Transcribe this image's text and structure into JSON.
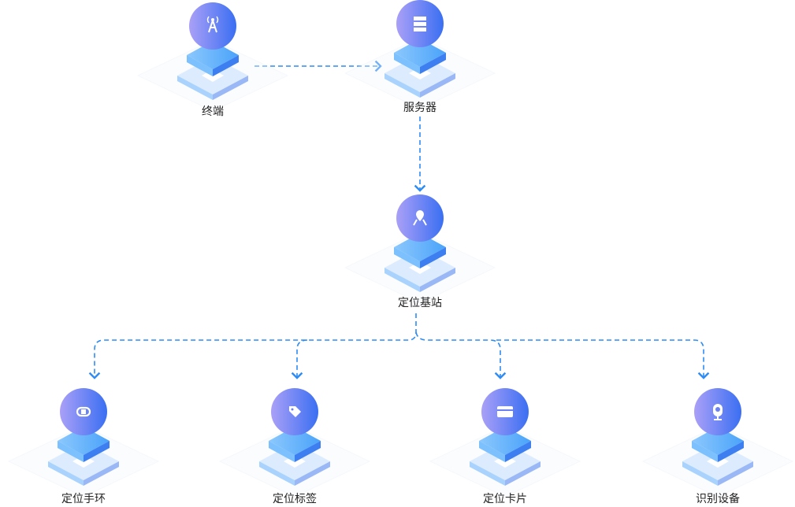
{
  "colors": {
    "line": "#2f8cf5",
    "circle_start": "#a69cf6",
    "circle_end": "#3a6ff2",
    "platform": "#6fb6fb"
  },
  "nodes": [
    {
      "id": "terminal",
      "label": "终端",
      "icon": "signal-tower-icon"
    },
    {
      "id": "server",
      "label": "服务器",
      "icon": "server-icon"
    },
    {
      "id": "base-station",
      "label": "定位基站",
      "icon": "location-pin-icon"
    },
    {
      "id": "bracelet",
      "label": "定位手环",
      "icon": "bracelet-icon"
    },
    {
      "id": "tag",
      "label": "定位标签",
      "icon": "tag-icon"
    },
    {
      "id": "card",
      "label": "定位卡片",
      "icon": "card-icon"
    },
    {
      "id": "recognition",
      "label": "识别设备",
      "icon": "camera-icon"
    }
  ]
}
